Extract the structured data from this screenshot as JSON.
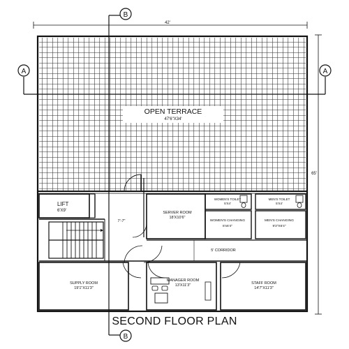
{
  "plan_title": "SECOND FLOOR PLAN",
  "dimensions": {
    "width": "42'",
    "depth": "65'"
  },
  "section_markers": {
    "a": "A",
    "b": "B"
  },
  "rooms": {
    "open_terrace": {
      "name": "OPEN TERRACE",
      "size": "47'6\"X34'"
    },
    "lift": {
      "name": "LIFT",
      "size": "6'X9'"
    },
    "server_room": {
      "name": "SERVER ROOM",
      "size": "18'X10'6\""
    },
    "womens_toilet": {
      "name": "WOMEN'S TOILET",
      "size": "5'X4'"
    },
    "mens_toilet": {
      "name": "MEN'S TOILET",
      "size": "5'X4'"
    },
    "womens_changing": {
      "name": "WOMEN'S CHANGING",
      "size": "8'x6'4\""
    },
    "mens_changing": {
      "name": "MEN'S CHANGING",
      "size": "9'3\"X6'4\""
    },
    "corridor": {
      "name": "5' CORRIDOR"
    },
    "supply_room": {
      "name": "SUPPLY ROOM",
      "size": "19'1\"X11'3\""
    },
    "manager_room": {
      "name": "MANAGER ROOM",
      "size": "13'X11'3\""
    },
    "staff_room": {
      "name": "STAFF ROOM",
      "size": "14'7\"X11'3\""
    },
    "stair_landing": {
      "size": "7'-7\""
    }
  },
  "colors": {
    "line": "#111111",
    "grid": "#333333",
    "background": "#ffffff"
  }
}
